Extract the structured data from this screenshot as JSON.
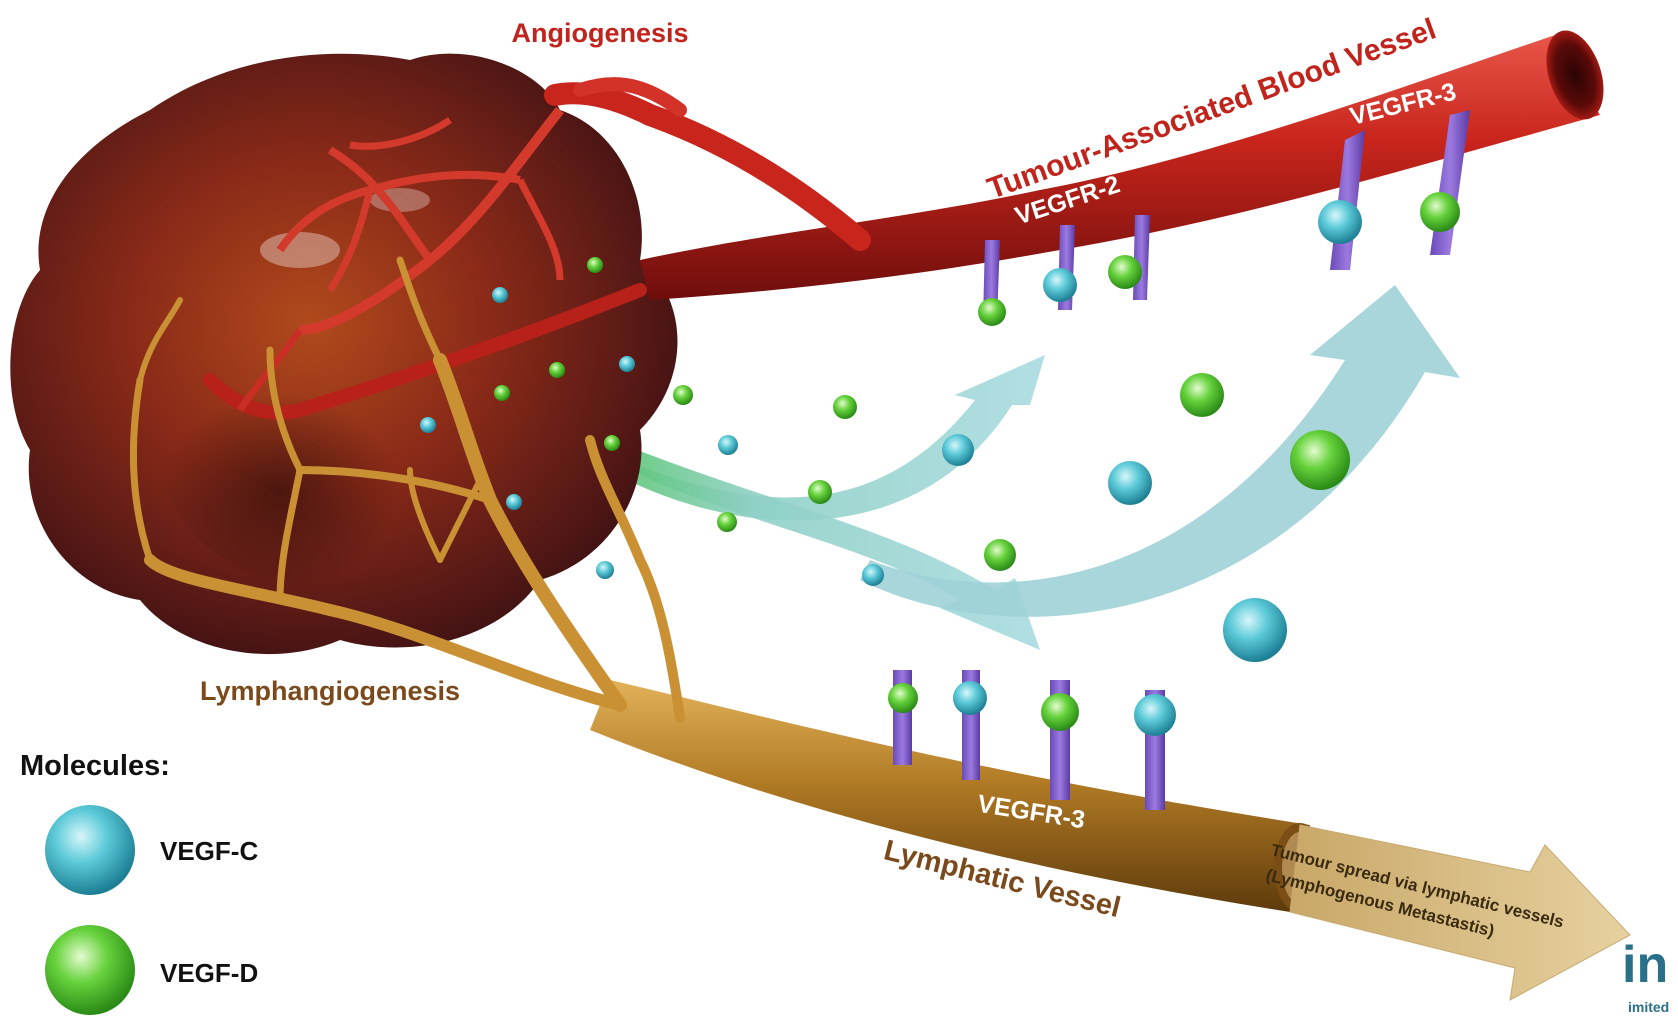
{
  "labels": {
    "angiogenesis": "Angiogenesis",
    "blood_vessel": "Tumour-Associated Blood Vessel",
    "vegfr2": "VEGFR-2",
    "vegfr3_blood": "VEGFR-3",
    "vegfr3_lymph": "VEGFR-3",
    "lymphangiogenesis": "Lymphangiogenesis",
    "lymphatic_vessel": "Lymphatic Vessel",
    "spread_line1": "Tumour spread via lymphatic vessels",
    "spread_line2": "(Lymphogenous Metastastis)"
  },
  "legend": {
    "title": "Molecules:",
    "items": [
      {
        "name": "VEGF-C",
        "color": "#4fc6d4"
      },
      {
        "name": "VEGF-D",
        "color": "#5ccf3a"
      }
    ]
  },
  "watermark": {
    "mark": "in",
    "sub": "imited"
  },
  "colors": {
    "blood_vessel": "#c8251c",
    "lymph_vessel": "#c98a24",
    "tumour": "#7a2418",
    "receptor": "#8a6ad0",
    "arrow": "#9fd6d8",
    "spread_arrow": "#d8be86"
  }
}
